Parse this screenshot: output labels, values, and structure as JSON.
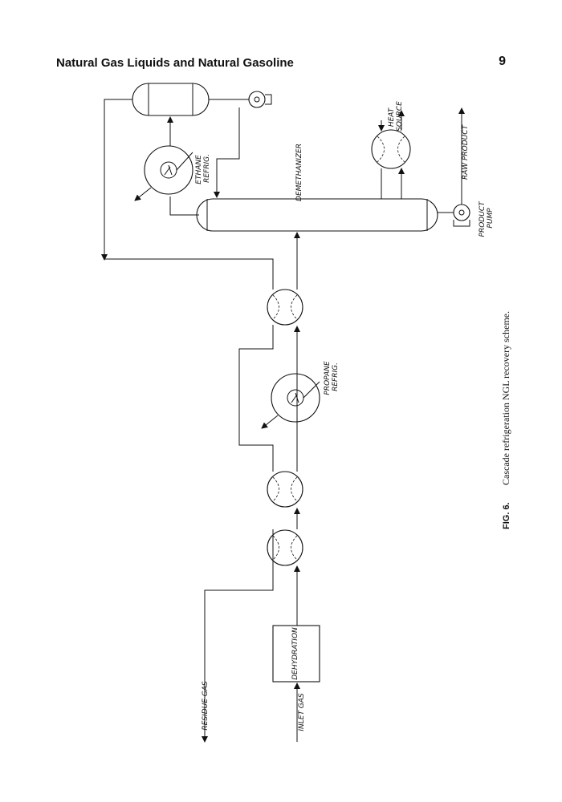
{
  "header": {
    "running_title": "Natural Gas Liquids and Natural Gasoline",
    "page_number": "9"
  },
  "diagram": {
    "labels": {
      "ethane_refrig": [
        "ETHANE",
        "REFRIG."
      ],
      "demethanizer": "DEMETHANIZER",
      "heat_source": [
        "HEAT",
        "SOURCE"
      ],
      "raw_product": "RAW PRODUCT",
      "product_pump": [
        "PRODUCT",
        "PUMP"
      ],
      "propane_refrig": [
        "PROPANE",
        "REFRIG."
      ],
      "dehydration": "DEHYDRATION",
      "residue_gas": "RESIDUE GAS",
      "inlet_gas": "INLET GAS"
    }
  },
  "caption": {
    "number": "FIG. 6.",
    "text": "Cascade refrigeration NGL recovery scheme."
  }
}
